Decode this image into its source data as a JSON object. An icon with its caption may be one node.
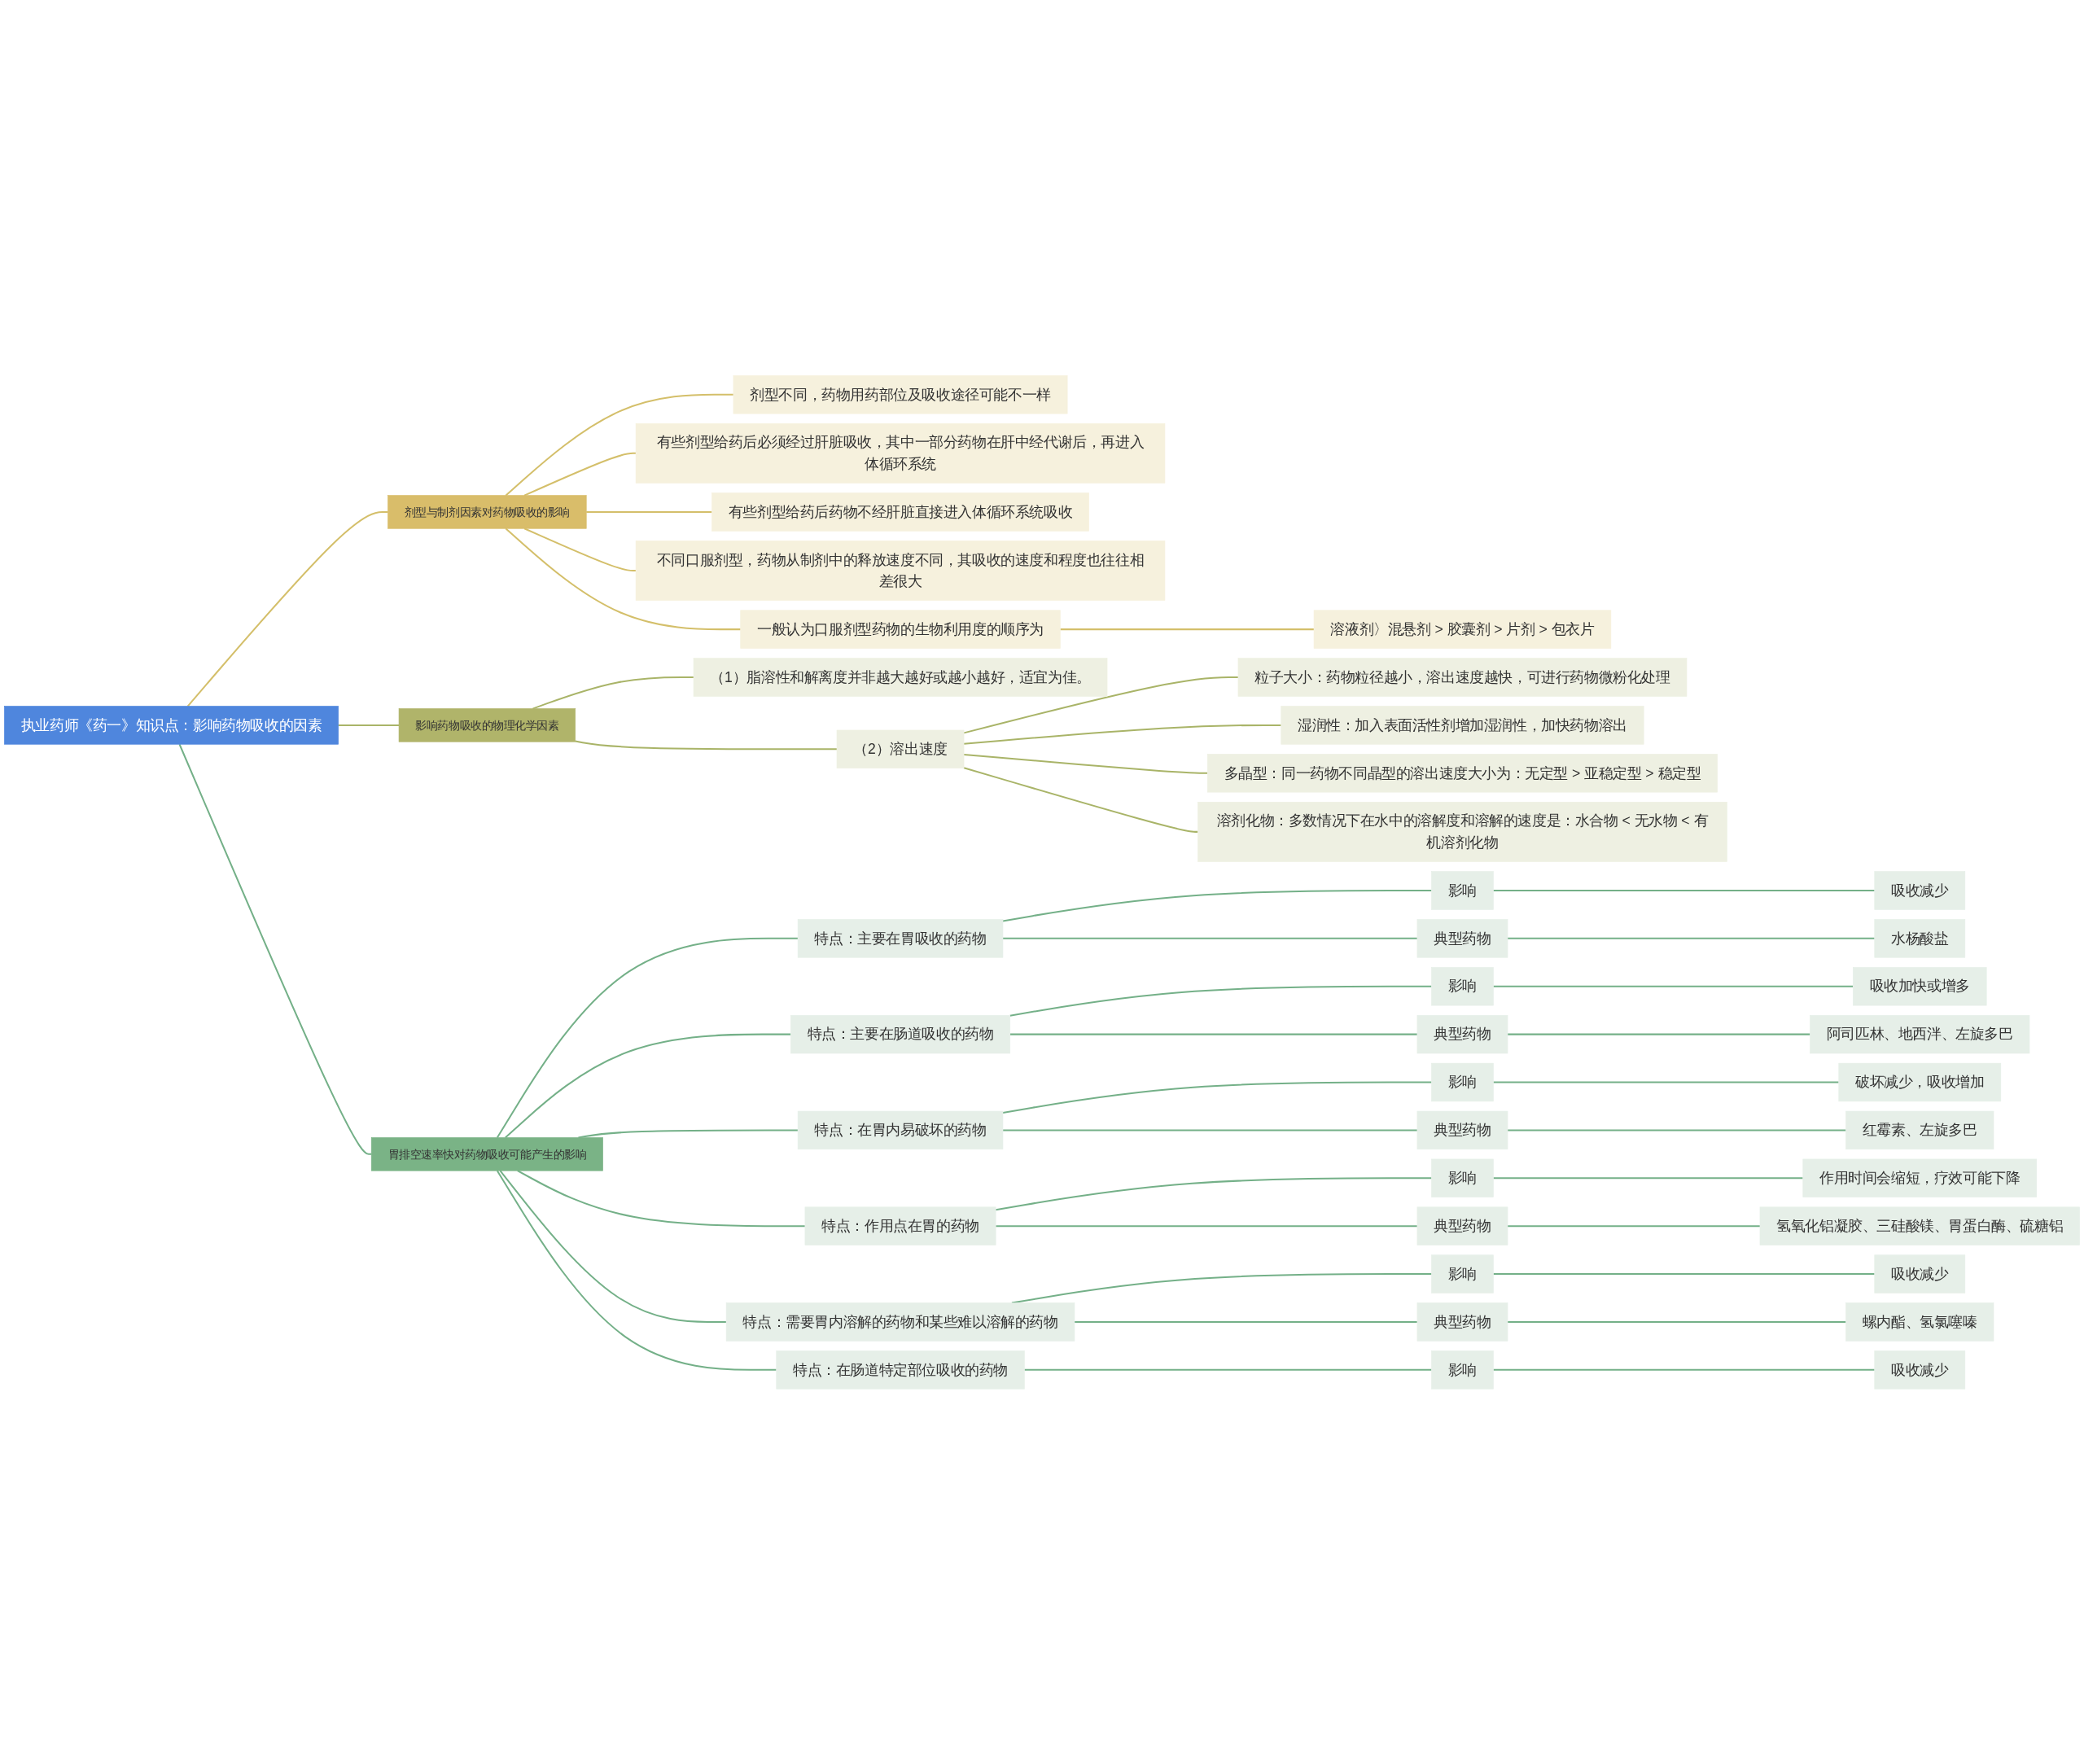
{
  "diagram": {
    "nodes": [
      {
        "text": [
          "执业药师《药一》知识点：影响药物吸收的因素"
        ]
      },
      {
        "text": [
          "剂型与制剂因素对药物吸收的影响"
        ]
      },
      {
        "text": [
          "剂型不同，药物用药部位及吸收途径可能不一样"
        ]
      },
      {
        "text": [
          "有些剂型给药后必须经过肝脏吸收，其中一部分药物在肝中经代谢后，再进入体循环系统"
        ]
      },
      {
        "text": [
          "有些剂型给药后药物不经肝脏直接进入体循环系统吸收"
        ]
      },
      {
        "text": [
          "不同口服剂型，药物从制剂中的释放速度不同，其吸收的速度和程度也往往相差很大"
        ]
      },
      {
        "text": [
          "一般认为口服剂型药物的生物利用度的顺序为"
        ]
      },
      {
        "text": [
          "溶液剂〉混悬剂 > 胶囊剂 > 片剂 > 包衣片"
        ]
      },
      {
        "text": [
          "影响药物吸收的物理化学因素"
        ]
      },
      {
        "text": [
          "（1）脂溶性和解离度并非越大越好或越小越好，适宜为佳。"
        ]
      },
      {
        "text": [
          "（2）溶出速度"
        ]
      },
      {
        "text": [
          "粒子大小：药物粒径越小，溶出速度越快，可进行药物微粉化处理"
        ]
      },
      {
        "text": [
          "湿润性：加入表面活性剂增加湿润性，加快药物溶出"
        ]
      },
      {
        "text": [
          "多晶型：同一药物不同晶型的溶出速度大小为：无定型 > 亚稳定型 > 稳定型"
        ]
      },
      {
        "text": [
          "溶剂化物：多数情况下在水中的溶解度和溶解的速度是：水合物 < 无水物 < 有机溶剂化物"
        ]
      },
      {
        "text": [
          "胃排空速率快对药物吸收可能产生的影响"
        ]
      },
      {
        "text": [
          "特点：主要在胃吸收的药物"
        ]
      },
      {
        "text": [
          "影响"
        ]
      },
      {
        "text": [
          "吸收减少"
        ]
      },
      {
        "text": [
          "典型药物"
        ]
      },
      {
        "text": [
          "水杨酸盐"
        ]
      },
      {
        "text": [
          "特点：主要在肠道吸收的药物"
        ]
      },
      {
        "text": [
          "影响"
        ]
      },
      {
        "text": [
          "吸收加快或增多"
        ]
      },
      {
        "text": [
          "典型药物"
        ]
      },
      {
        "text": [
          "阿司匹林、地西泮、左旋多巴"
        ]
      },
      {
        "text": [
          "特点：在胃内易破坏的药物"
        ]
      },
      {
        "text": [
          "影响"
        ]
      },
      {
        "text": [
          "破坏减少，吸收增加"
        ]
      },
      {
        "text": [
          "典型药物"
        ]
      },
      {
        "text": [
          "红霉素、左旋多巴"
        ]
      },
      {
        "text": [
          "特点：作用点在胃的药物"
        ]
      },
      {
        "text": [
          "影响"
        ]
      },
      {
        "text": [
          "作用时间会缩短，疗效可能下降"
        ]
      },
      {
        "text": [
          "典型药物"
        ]
      },
      {
        "text": [
          "氢氧化铝凝胶、三硅酸镁、胃蛋白酶、硫糖铝"
        ]
      },
      {
        "text": [
          "特点：需要胃内溶解的药物和某些难以溶解的药物"
        ]
      },
      {
        "text": [
          "影响"
        ]
      },
      {
        "text": [
          "吸收减少"
        ]
      },
      {
        "text": [
          "典型药物"
        ]
      },
      {
        "text": [
          "螺内酯、氢氯噻嗪"
        ]
      },
      {
        "text": [
          "特点：在肠道特定部位吸收的药物"
        ]
      },
      {
        "text": [
          "影响"
        ]
      },
      {
        "text": [
          "吸收减少"
        ]
      }
    ],
    "edges": [
      {
        "from": 0,
        "to": 1,
        "arrow": "none",
        "color": "#d4bf6a"
      },
      {
        "from": 1,
        "to": 2,
        "arrow": "none",
        "color": "#d4bf6a"
      },
      {
        "from": 1,
        "to": 3,
        "arrow": "none",
        "color": "#d4bf6a"
      },
      {
        "from": 1,
        "to": 4,
        "arrow": "none",
        "color": "#d4bf6a"
      },
      {
        "from": 1,
        "to": 5,
        "arrow": "none",
        "color": "#d4bf6a"
      },
      {
        "from": 1,
        "to": 6,
        "arrow": "none",
        "color": "#d4bf6a"
      },
      {
        "from": 6,
        "to": 7,
        "arrow": "none",
        "color": "#d4bf6a"
      },
      {
        "from": 0,
        "to": 8,
        "arrow": "none",
        "color": "#a9b468"
      },
      {
        "from": 8,
        "to": 9,
        "arrow": "none",
        "color": "#a9b468"
      },
      {
        "from": 8,
        "to": 10,
        "arrow": "none",
        "color": "#a9b468"
      },
      {
        "from": 10,
        "to": 11,
        "arrow": "none",
        "color": "#a9b468"
      },
      {
        "from": 10,
        "to": 12,
        "arrow": "none",
        "color": "#a9b468"
      },
      {
        "from": 10,
        "to": 13,
        "arrow": "none",
        "color": "#a9b468"
      },
      {
        "from": 10,
        "to": 14,
        "arrow": "none",
        "color": "#a9b468"
      },
      {
        "from": 0,
        "to": 15,
        "arrow": "none"
      },
      {
        "from": 15,
        "to": 16,
        "arrow": "none"
      },
      {
        "from": 16,
        "to": 17,
        "arrow": "none"
      },
      {
        "from": 17,
        "to": 18,
        "arrow": "none"
      },
      {
        "from": 16,
        "to": 19,
        "arrow": "none"
      },
      {
        "from": 19,
        "to": 20,
        "arrow": "none"
      },
      {
        "from": 15,
        "to": 21,
        "arrow": "none"
      },
      {
        "from": 21,
        "to": 22,
        "arrow": "none"
      },
      {
        "from": 22,
        "to": 23,
        "arrow": "none"
      },
      {
        "from": 21,
        "to": 24,
        "arrow": "none"
      },
      {
        "from": 24,
        "to": 25,
        "arrow": "none"
      },
      {
        "from": 15,
        "to": 26,
        "arrow": "none"
      },
      {
        "from": 26,
        "to": 27,
        "arrow": "none"
      },
      {
        "from": 27,
        "to": 28,
        "arrow": "none"
      },
      {
        "from": 26,
        "to": 29,
        "arrow": "none"
      },
      {
        "from": 29,
        "to": 30,
        "arrow": "none"
      },
      {
        "from": 15,
        "to": 31,
        "arrow": "none"
      },
      {
        "from": 31,
        "to": 32,
        "arrow": "none"
      },
      {
        "from": 32,
        "to": 33,
        "arrow": "none"
      },
      {
        "from": 31,
        "to": 34,
        "arrow": "none"
      },
      {
        "from": 34,
        "to": 35,
        "arrow": "none"
      },
      {
        "from": 15,
        "to": 36,
        "arrow": "none"
      },
      {
        "from": 36,
        "to": 37,
        "arrow": "none"
      },
      {
        "from": 37,
        "to": 38,
        "arrow": "none"
      },
      {
        "from": 36,
        "to": 39,
        "arrow": "none"
      },
      {
        "from": 39,
        "to": 40,
        "arrow": "none"
      },
      {
        "from": 15,
        "to": 41,
        "arrow": "none"
      },
      {
        "from": 41,
        "to": 42,
        "arrow": "none"
      },
      {
        "from": 42,
        "to": 43,
        "arrow": "none"
      }
    ]
  }
}
